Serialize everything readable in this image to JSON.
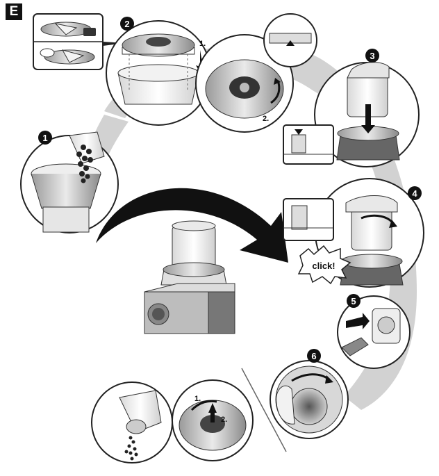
{
  "section_label": "E",
  "steps": [
    "1",
    "2",
    "3",
    "4",
    "5",
    "6"
  ],
  "step2_sub": [
    "1.",
    "2."
  ],
  "step4_callout": "click!",
  "bottom_sub": [
    "1.",
    "2."
  ]
}
